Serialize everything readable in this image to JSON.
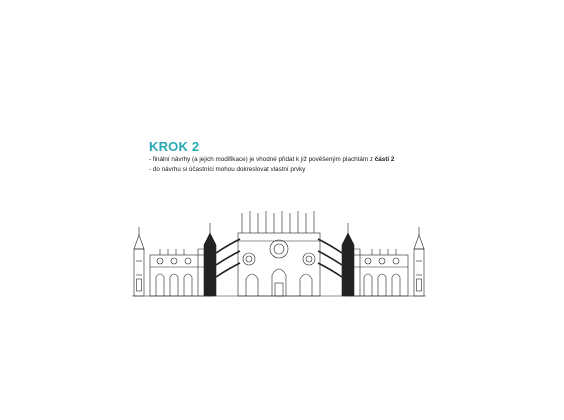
{
  "step": {
    "title": "KROK 2",
    "line1_text": "- finální návrhy (a jejich modifikace) je vhodné přidat k již pověšeným plachtám z ",
    "line1_bold": "části 2",
    "line2_text": "- do návrhu si účastníci mohou dokreslovat vlastní prvky"
  },
  "colors": {
    "heading": "#2aa8b2",
    "text": "#1a1a1a",
    "drawing": "#222222"
  },
  "illustration": {
    "icon": "cathedral-facade-line-drawing"
  }
}
